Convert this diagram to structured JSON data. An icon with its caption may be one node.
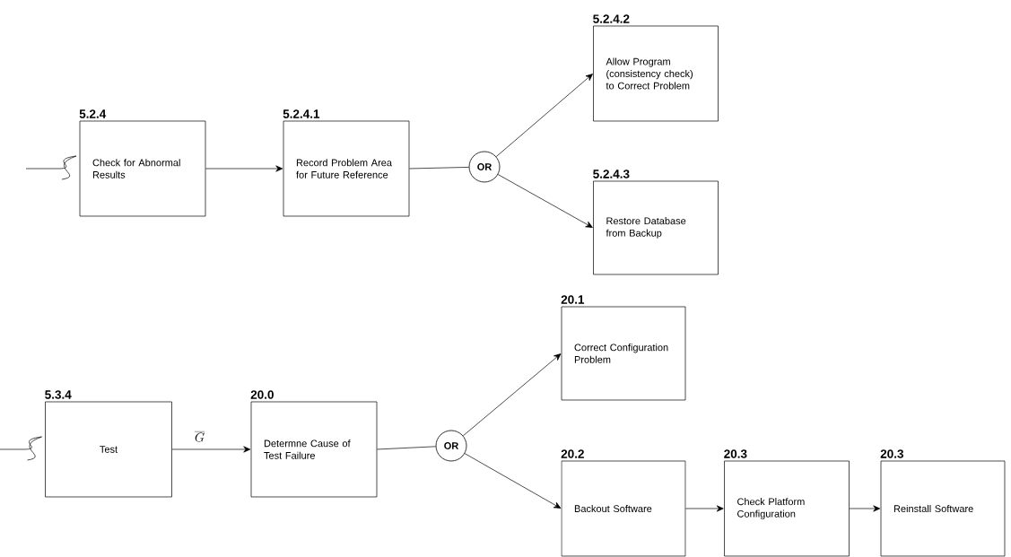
{
  "diagram": {
    "nodes": [
      {
        "text": [
          "5.2.4",
          "Check for Abnormal Results"
        ]
      },
      {
        "text": [
          "5.2.4.1",
          "Record Problem Area for Future Reference"
        ]
      },
      {
        "text": [
          "OR"
        ]
      },
      {
        "text": [
          "5.2.4.2",
          "Allow Program (consistency check) to Correct Problem"
        ]
      },
      {
        "text": [
          "5.2.4.3",
          "Restore Database from Backup"
        ]
      },
      {
        "text": [
          "5.3.4",
          "Test"
        ]
      },
      {
        "text": [
          "20.0",
          "Determne Cause of Test Failure"
        ]
      },
      {
        "text": [
          "OR"
        ]
      },
      {
        "text": [
          "20.1",
          "Correct Configuration Problem"
        ]
      },
      {
        "text": [
          "20.2",
          "Backout Software"
        ]
      },
      {
        "text": [
          "20.3",
          "Check Platform Configuration"
        ]
      },
      {
        "text": [
          "20.3",
          "Reinstall Software"
        ]
      }
    ],
    "edges": [
      {
        "from": null,
        "to": 0,
        "arrow": "none"
      },
      {
        "from": 0,
        "to": 1,
        "arrow": "to"
      },
      {
        "from": 1,
        "to": 2,
        "arrow": "none"
      },
      {
        "from": 2,
        "to": 3,
        "arrow": "to"
      },
      {
        "from": 2,
        "to": 4,
        "arrow": "to"
      },
      {
        "from": null,
        "to": 5,
        "arrow": "none"
      },
      {
        "from": 5,
        "to": 6,
        "arrow": "to",
        "label": "\\overline{G}"
      },
      {
        "from": 6,
        "to": 7,
        "arrow": "none"
      },
      {
        "from": 7,
        "to": 8,
        "arrow": "to"
      },
      {
        "from": 7,
        "to": 9,
        "arrow": "to"
      },
      {
        "from": 9,
        "to": 10,
        "arrow": "to"
      },
      {
        "from": 10,
        "to": 11,
        "arrow": "to"
      }
    ]
  }
}
